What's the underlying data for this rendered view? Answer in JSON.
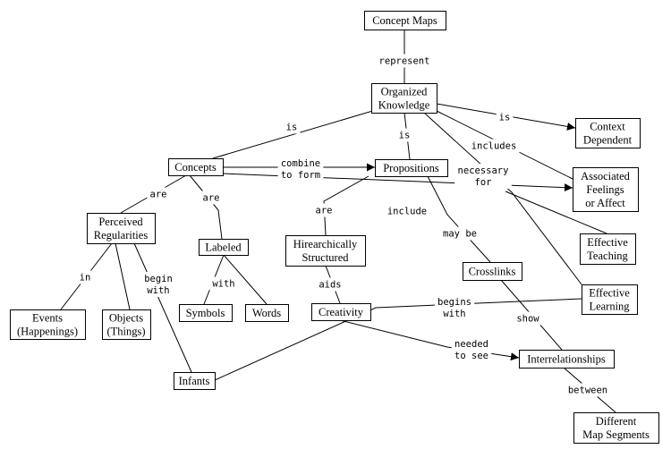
{
  "nodes": [
    {
      "id": "concept-maps",
      "lines": [
        "Concept Maps"
      ]
    },
    {
      "id": "organized-knowledge",
      "lines": [
        "Organized",
        "Knowledge"
      ]
    },
    {
      "id": "context-dependent",
      "lines": [
        "Context",
        "Dependent"
      ]
    },
    {
      "id": "concepts",
      "lines": [
        "Concepts"
      ]
    },
    {
      "id": "propositions",
      "lines": [
        "Propositions"
      ]
    },
    {
      "id": "associated-feelings",
      "lines": [
        "Associated",
        "Feelings",
        "or Affect"
      ]
    },
    {
      "id": "perceived-regularities",
      "lines": [
        "Perceived",
        "Regularities"
      ]
    },
    {
      "id": "labeled",
      "lines": [
        "Labeled"
      ]
    },
    {
      "id": "hierarchically-structured",
      "lines": [
        "Hirearchically",
        "Structured"
      ]
    },
    {
      "id": "effective-teaching",
      "lines": [
        "Effective",
        "Teaching"
      ]
    },
    {
      "id": "crosslinks",
      "lines": [
        "Crosslinks"
      ]
    },
    {
      "id": "effective-learning",
      "lines": [
        "Effective",
        "Learning"
      ]
    },
    {
      "id": "events",
      "lines": [
        "Events",
        "(Happenings)"
      ]
    },
    {
      "id": "objects",
      "lines": [
        "Objects",
        "(Things)"
      ]
    },
    {
      "id": "symbols",
      "lines": [
        "Symbols"
      ]
    },
    {
      "id": "words",
      "lines": [
        "Words"
      ]
    },
    {
      "id": "creativity",
      "lines": [
        "Creativity"
      ]
    },
    {
      "id": "interrelationships",
      "lines": [
        "Interrelationships"
      ]
    },
    {
      "id": "infants",
      "lines": [
        "Infants"
      ]
    },
    {
      "id": "different-map-segments",
      "lines": [
        "Different",
        "Map Segments"
      ]
    }
  ],
  "link_labels": [
    {
      "id": "represent",
      "lines": [
        "represent"
      ]
    },
    {
      "id": "is-1",
      "lines": [
        "is"
      ]
    },
    {
      "id": "is-2",
      "lines": [
        "is"
      ]
    },
    {
      "id": "is-3",
      "lines": [
        "is"
      ]
    },
    {
      "id": "includes",
      "lines": [
        "includes"
      ]
    },
    {
      "id": "necessary-for",
      "lines": [
        "necessary",
        "for"
      ]
    },
    {
      "id": "combine-to-form",
      "lines": [
        "combine",
        "to form"
      ]
    },
    {
      "id": "are-1",
      "lines": [
        "are"
      ]
    },
    {
      "id": "are-2",
      "lines": [
        "are"
      ]
    },
    {
      "id": "are-3",
      "lines": [
        "are"
      ]
    },
    {
      "id": "include",
      "lines": [
        "include"
      ]
    },
    {
      "id": "may-be",
      "lines": [
        "may be"
      ]
    },
    {
      "id": "in",
      "lines": [
        "in"
      ]
    },
    {
      "id": "begin-with",
      "lines": [
        "begin",
        "with"
      ]
    },
    {
      "id": "with",
      "lines": [
        "with"
      ]
    },
    {
      "id": "aids",
      "lines": [
        "aids"
      ]
    },
    {
      "id": "show",
      "lines": [
        "show"
      ]
    },
    {
      "id": "begins-with",
      "lines": [
        "begins",
        "with"
      ]
    },
    {
      "id": "needed-to-see",
      "lines": [
        "needed",
        "to see"
      ]
    },
    {
      "id": "between",
      "lines": [
        "between"
      ]
    }
  ]
}
